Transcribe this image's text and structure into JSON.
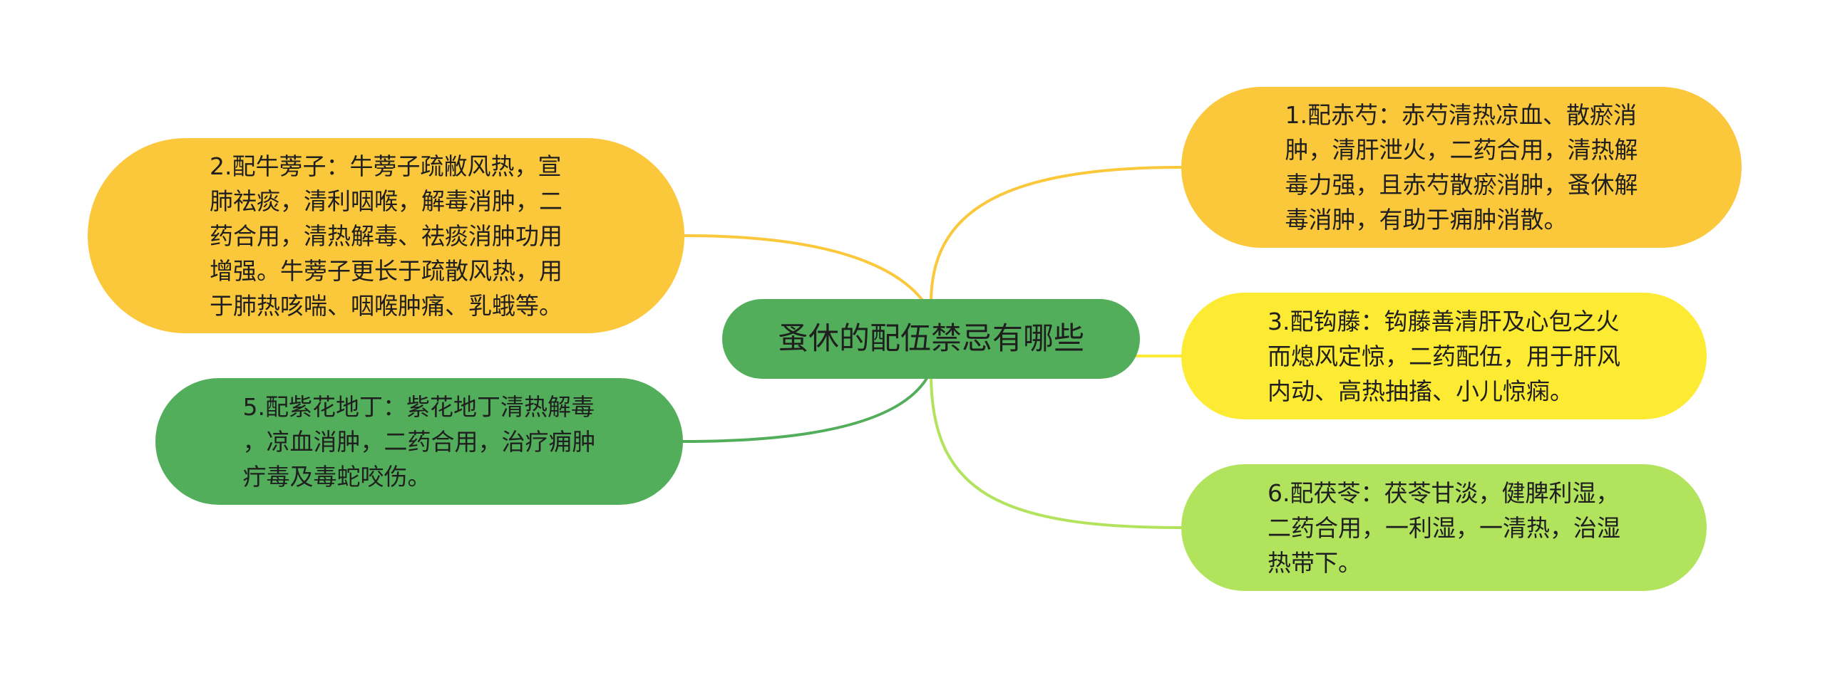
{
  "central": {
    "text": "蚤休的配伍禁忌有哪些"
  },
  "branches": {
    "b1": {
      "text": "1.配赤芍：赤芍清热凉血、散瘀消\n肿，清肝泄火，二药合用，清热解\n毒力强，且赤芍散瘀消肿，蚤休解\n毒消肿，有助于痈肿消散。"
    },
    "b2": {
      "text": "2.配牛蒡子：牛蒡子疏敝风热，宣\n肺祛痰，清利咽喉，解毒消肿，二\n药合用，清热解毒、祛痰消肿功用\n增强。牛蒡子更长于疏散风热，用\n于肺热咳喘、咽喉肿痛、乳蛾等。"
    },
    "b3": {
      "text": "3.配钩藤：钩藤善清肝及心包之火\n而熄风定惊，二药配伍，用于肝风\n内动、高热抽搐、小儿惊痫。"
    },
    "b5": {
      "text": "5.配紫花地丁：紫花地丁清热解毒\n，凉血消肿，二药合用，治疗痈肿\n疔毒及毒蛇咬伤。"
    },
    "b6": {
      "text": "6.配茯苓：茯苓甘淡，健脾利湿，\n二药合用，一利湿，一清热，治湿\n热带下。"
    }
  },
  "colors": {
    "central": "#52ae5a",
    "b1": "#fbc73b",
    "b2": "#fbc73b",
    "b3": "#fdeb33",
    "b5": "#52ae5a",
    "b6": "#b2e35d"
  }
}
